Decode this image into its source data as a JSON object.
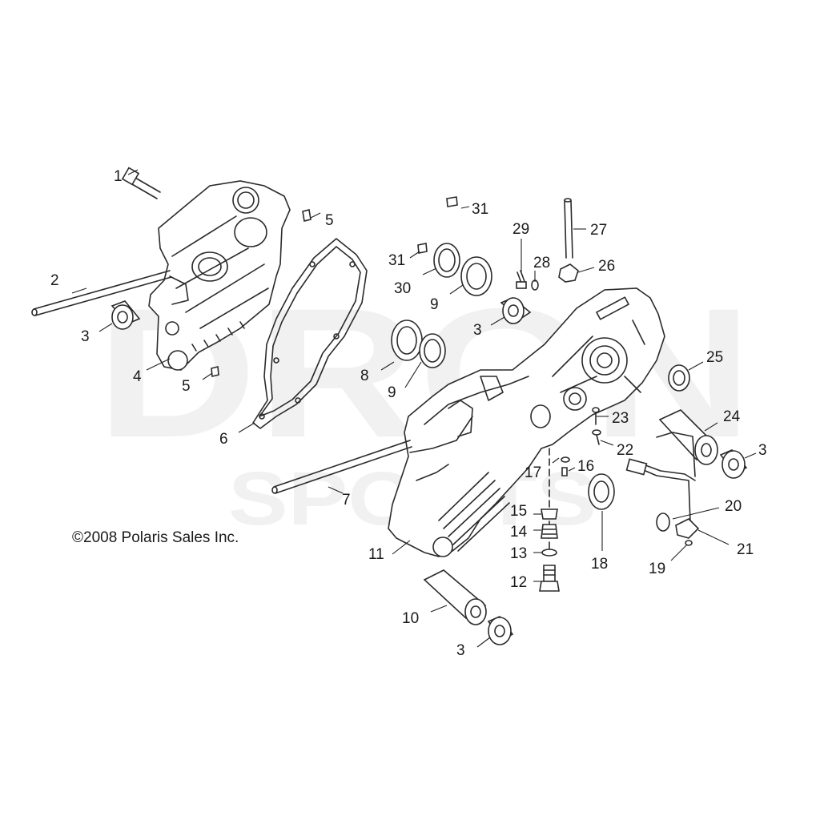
{
  "watermark": {
    "brand": "DRGN",
    "sub": "SPORTS"
  },
  "copyright": "©2008 Polaris Sales Inc.",
  "callouts": [
    {
      "id": "1",
      "label": "1"
    },
    {
      "id": "2",
      "label": "2"
    },
    {
      "id": "3a",
      "label": "3"
    },
    {
      "id": "4",
      "label": "4"
    },
    {
      "id": "5a",
      "label": "5"
    },
    {
      "id": "5b",
      "label": "5"
    },
    {
      "id": "6",
      "label": "6"
    },
    {
      "id": "31a",
      "label": "31"
    },
    {
      "id": "31b",
      "label": "31"
    },
    {
      "id": "30",
      "label": "30"
    },
    {
      "id": "9a",
      "label": "9"
    },
    {
      "id": "29",
      "label": "29"
    },
    {
      "id": "28",
      "label": "28"
    },
    {
      "id": "27",
      "label": "27"
    },
    {
      "id": "26",
      "label": "26"
    },
    {
      "id": "3b",
      "label": "3"
    },
    {
      "id": "8",
      "label": "8"
    },
    {
      "id": "9b",
      "label": "9"
    },
    {
      "id": "25",
      "label": "25"
    },
    {
      "id": "23",
      "label": "23"
    },
    {
      "id": "24",
      "label": "24"
    },
    {
      "id": "22",
      "label": "22"
    },
    {
      "id": "3c",
      "label": "3"
    },
    {
      "id": "17",
      "label": "17"
    },
    {
      "id": "16",
      "label": "16"
    },
    {
      "id": "7",
      "label": "7"
    },
    {
      "id": "15",
      "label": "15"
    },
    {
      "id": "20",
      "label": "20"
    },
    {
      "id": "14",
      "label": "14"
    },
    {
      "id": "21",
      "label": "21"
    },
    {
      "id": "13",
      "label": "13"
    },
    {
      "id": "11",
      "label": "11"
    },
    {
      "id": "18",
      "label": "18"
    },
    {
      "id": "19",
      "label": "19"
    },
    {
      "id": "12",
      "label": "12"
    },
    {
      "id": "10",
      "label": "10"
    },
    {
      "id": "3d",
      "label": "3"
    }
  ]
}
